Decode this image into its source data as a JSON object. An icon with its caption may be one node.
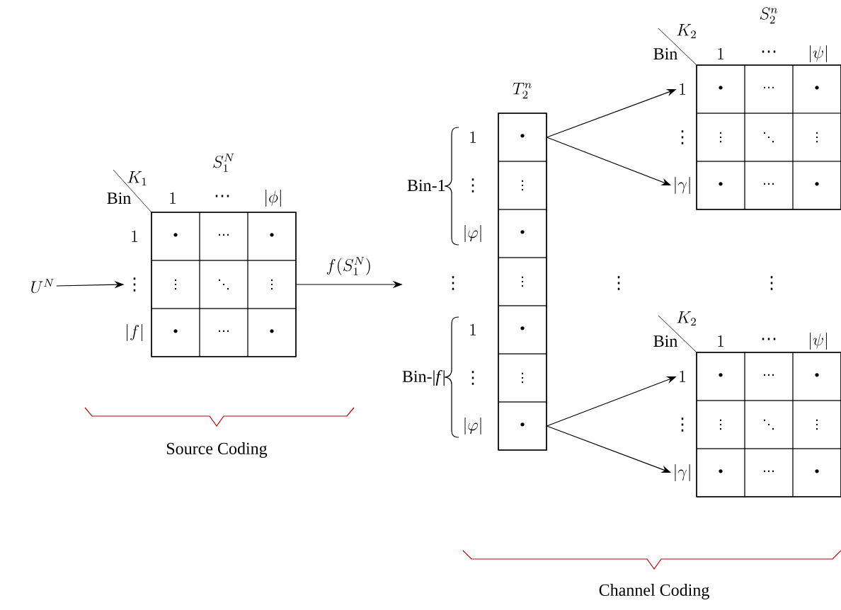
{
  "diagram": {
    "nodes": [
      {
        "text": [
          "U^N"
        ]
      },
      {
        "text": [
          "1"
        ]
      },
      {
        "text": [
          "⋮"
        ]
      },
      {
        "text": [
          "|f|"
        ]
      },
      {
        "text": [
          "S_1^N"
        ]
      },
      {
        "text": [
          "•"
        ],
        "in": 4
      },
      {
        "text": [
          "⋯"
        ],
        "in": 4
      },
      {
        "text": [
          "•"
        ],
        "in": 4
      },
      {
        "text": [
          "⋮"
        ],
        "in": 4
      },
      {
        "text": [
          "⋱"
        ],
        "in": 4
      },
      {
        "text": [
          "⋮"
        ],
        "in": 4
      },
      {
        "text": [
          "•"
        ],
        "in": 4
      },
      {
        "text": [
          "⋯"
        ],
        "in": 4
      },
      {
        "text": [
          "•"
        ],
        "in": 4
      },
      {
        "text": [
          "T_2^n"
        ]
      },
      {
        "text": [
          "•"
        ],
        "in": 14
      },
      {
        "text": [
          "⋮"
        ],
        "in": 14
      },
      {
        "text": [
          "•"
        ],
        "in": 14
      },
      {
        "text": [
          "⋮"
        ],
        "in": 14
      },
      {
        "text": [
          "•"
        ],
        "in": 14
      },
      {
        "text": [
          "⋮"
        ],
        "in": 14
      },
      {
        "text": [
          "•"
        ],
        "in": 14
      },
      {
        "text": [
          "1"
        ]
      },
      {
        "text": [
          "⋮"
        ]
      },
      {
        "text": [
          "|\\gamma|"
        ]
      },
      {
        "text": [
          "S_2^n"
        ]
      },
      {
        "text": [
          "•"
        ],
        "in": 25
      },
      {
        "text": [
          "⋯"
        ],
        "in": 25
      },
      {
        "text": [
          "•"
        ],
        "in": 25
      },
      {
        "text": [
          "⋮"
        ],
        "in": 25
      },
      {
        "text": [
          "⋱"
        ],
        "in": 25
      },
      {
        "text": [
          "⋮"
        ],
        "in": 25
      },
      {
        "text": [
          "•"
        ],
        "in": 25
      },
      {
        "text": [
          "⋯"
        ],
        "in": 25
      },
      {
        "text": [
          "•"
        ],
        "in": 25
      },
      {
        "text": [
          "1"
        ]
      },
      {
        "text": [
          "⋮"
        ]
      },
      {
        "text": [
          "|\\gamma|"
        ]
      },
      {
        "text": [],
        "shape": "box"
      },
      {
        "text": [
          "•"
        ],
        "in": 38
      },
      {
        "text": [
          "⋯"
        ],
        "in": 38
      },
      {
        "text": [
          "•"
        ],
        "in": 38
      },
      {
        "text": [
          "⋮"
        ],
        "in": 38
      },
      {
        "text": [
          "⋱"
        ],
        "in": 38
      },
      {
        "text": [
          "⋮"
        ],
        "in": 38
      },
      {
        "text": [
          "•"
        ],
        "in": 38
      },
      {
        "text": [
          "⋯"
        ],
        "in": 38
      },
      {
        "text": [
          "•"
        ],
        "in": 38
      }
    ],
    "edges": [
      {
        "from": 0,
        "to": 2,
        "arrow": "to"
      },
      {
        "from": 4,
        "to": null,
        "arrow": "to",
        "label": "f(S_1^N)"
      },
      {
        "from": 15,
        "to": 22,
        "arrow": "to"
      },
      {
        "from": 15,
        "to": 24,
        "arrow": "to"
      },
      {
        "from": 21,
        "to": 35,
        "arrow": "to"
      },
      {
        "from": 21,
        "to": 37,
        "arrow": "to"
      }
    ],
    "labels": [
      "K_1",
      "Bin",
      "1",
      "⋯",
      "|\\phi|",
      "1",
      "⋮",
      "|\\varphi|",
      "Bin-1",
      "⋮",
      "⋮",
      "⋮",
      "1",
      "⋮",
      "|\\varphi|",
      "Bin-|*f*|",
      "K_2",
      "Bin",
      "1",
      "⋯",
      "|\\psi|",
      "K_2",
      "Bin",
      "1",
      "⋯",
      "|\\psi|",
      "Source Coding",
      "Channel Coding"
    ]
  }
}
